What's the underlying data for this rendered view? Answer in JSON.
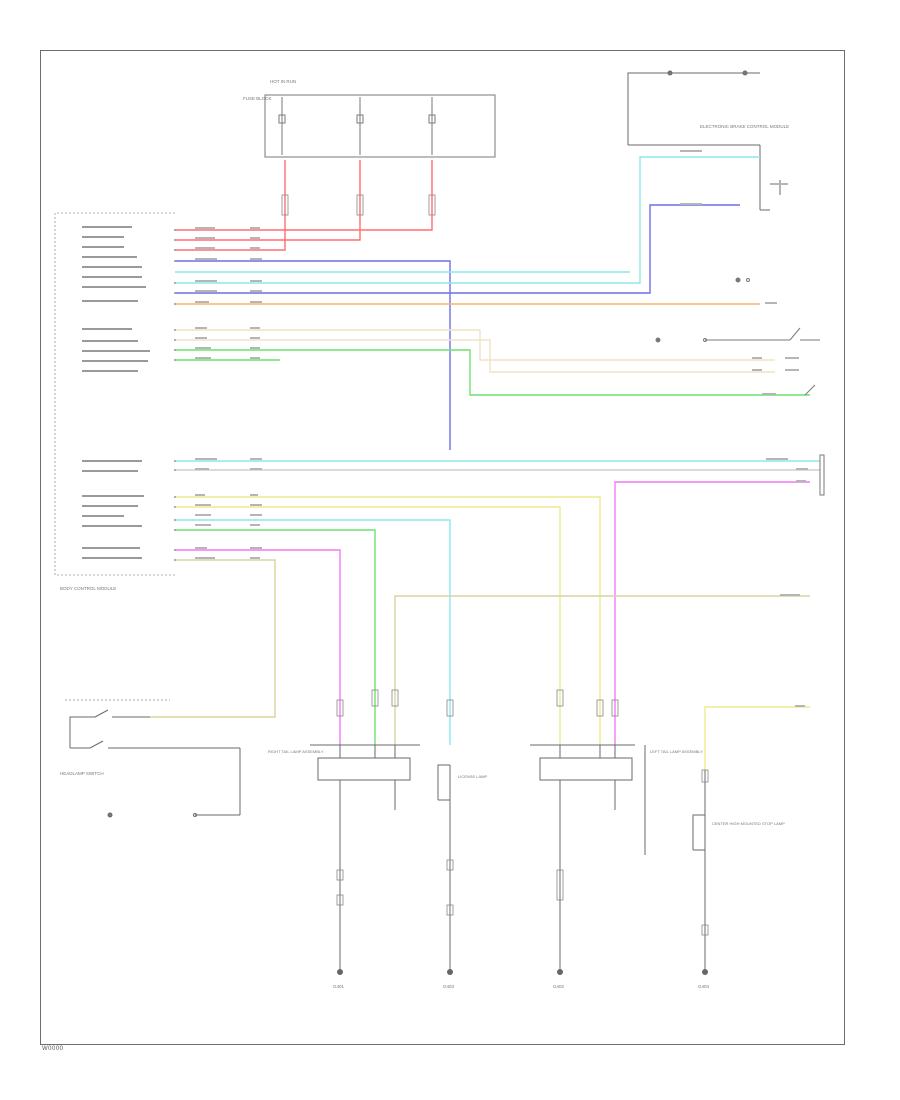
{
  "footer_code": "W0000",
  "colors": {
    "red": "#ff6e6e",
    "blue": "#6e6ee6",
    "cyan": "#8ce8ec",
    "orange": "#f5b66a",
    "tan": "#efe2c6",
    "green": "#6fe06f",
    "yellow": "#ecec8e",
    "pink": "#f27af2",
    "olive": "#d8d3a0",
    "gray": "#8a8a8a"
  },
  "components": {
    "fuse_block": {
      "title": "HOT IN RUN",
      "label": "FUSE BLOCK"
    },
    "ebcm": {
      "label": "ELECTRONIC BRAKE CONTROL MODULE"
    },
    "bcm": {
      "label": "BODY CONTROL MODULE"
    },
    "headlamp_switch": {
      "label": "HEADLAMP SWITCH"
    },
    "right_tail_lamp": {
      "label": "RIGHT TAIL LAMP ASSEMBLY"
    },
    "left_tail_lamp": {
      "label": "LEFT TAIL LAMP ASSEMBLY"
    },
    "license_lamp": {
      "label": "LICENSE LAMP"
    },
    "chmsl": {
      "label": "CENTER HIGH MOUNTED STOP LAMP"
    }
  },
  "grounds": [
    {
      "id": "g1",
      "label": "G401"
    },
    {
      "id": "g2",
      "label": "G403"
    },
    {
      "id": "g3",
      "label": "G402"
    },
    {
      "id": "g4",
      "label": "G404"
    }
  ]
}
